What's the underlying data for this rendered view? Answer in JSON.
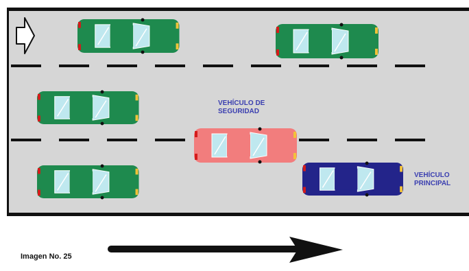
{
  "colors": {
    "road": "#d6d6d6",
    "road_edge": "#111111",
    "lane_dash": "#111111",
    "car_green": "#1e8a4e",
    "car_red": "#f27d7d",
    "car_blue": "#23248a",
    "window": "#bfe8ef",
    "label_text": "#3b3fb0"
  },
  "icons": {
    "direction_indicator": "white-arrow-right-icon",
    "traffic_flow": "black-arrow-right-icon",
    "vehicle": "car-top-view-icon"
  },
  "labels": {
    "safety_vehicle_line1": "VEHÍCULO DE",
    "safety_vehicle_line2": "SEGURIDAD",
    "main_vehicle_line1": "VEHÍCULO",
    "main_vehicle_line2": "PRINCIPAL",
    "caption": "Imagen No. 25"
  },
  "vehicles": [
    {
      "role": "traffic",
      "color": "green",
      "lane": 1
    },
    {
      "role": "traffic",
      "color": "green",
      "lane": 1
    },
    {
      "role": "traffic",
      "color": "green",
      "lane": 2
    },
    {
      "role": "traffic",
      "color": "green",
      "lane": 3
    },
    {
      "role": "safety",
      "color": "red",
      "lane": "2-3"
    },
    {
      "role": "main",
      "color": "blue",
      "lane": 3
    }
  ]
}
